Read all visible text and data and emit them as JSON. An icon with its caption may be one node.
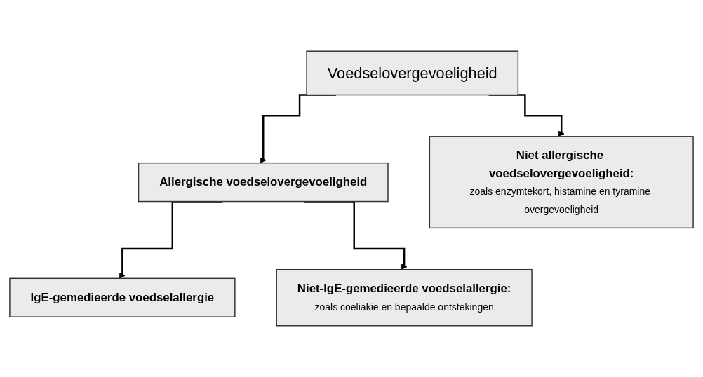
{
  "diagram": {
    "nodes": [
      {
        "text": [
          "Voedselovergevoeligheid"
        ]
      },
      {
        "text": [
          "Allergische voedselovergevoeligheid"
        ]
      },
      {
        "text": [
          "Niet allergische voedselovergevoeligheid:",
          "zoals enzymtekort, histamine en tyramine overgevoeligheid"
        ]
      },
      {
        "text": [
          "IgE-gemedieerde voedselallergie"
        ]
      },
      {
        "text": [
          "Niet-IgE-gemedieerde voedselallergie:",
          "zoals coeliakie en bepaalde ontstekingen"
        ]
      }
    ],
    "edges": [
      {
        "from": 0,
        "to": 1,
        "arrow": "to"
      },
      {
        "from": 0,
        "to": 2,
        "arrow": "to"
      },
      {
        "from": 1,
        "to": 3,
        "arrow": "to"
      },
      {
        "from": 1,
        "to": 4,
        "arrow": "to"
      }
    ]
  }
}
